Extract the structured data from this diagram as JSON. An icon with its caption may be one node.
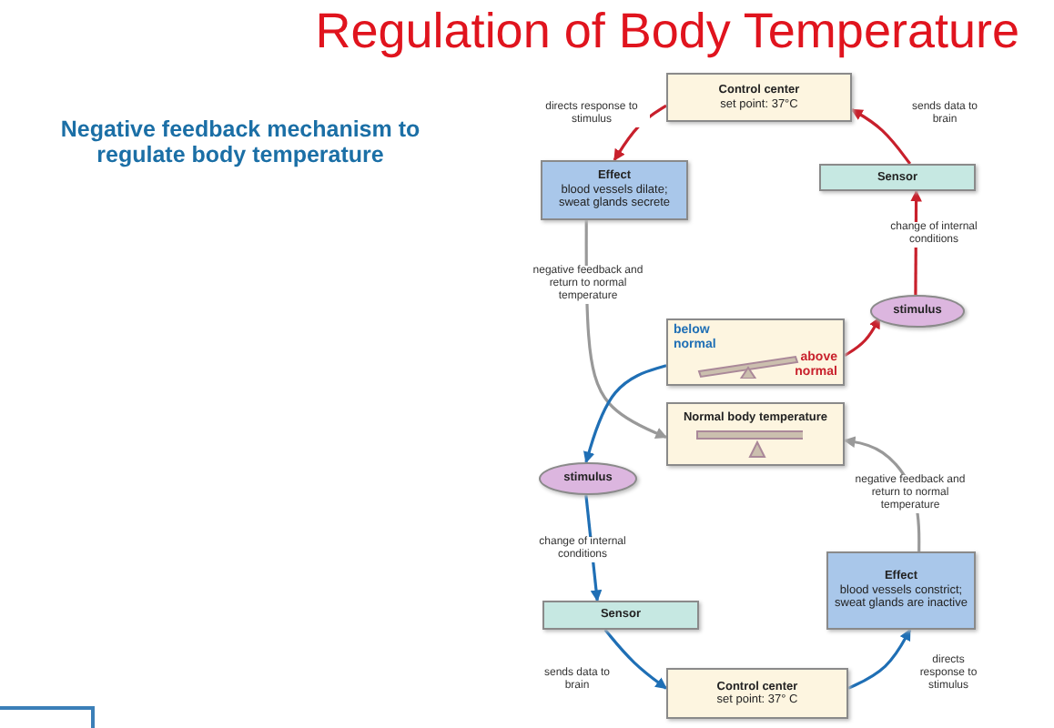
{
  "diagram": {
    "title": "Regulation of Body Temperature",
    "nodes": [
      {
        "text": [
          "Control center",
          "set point: 37°C"
        ]
      },
      {
        "text": [
          "Sensor"
        ]
      },
      {
        "text": [
          "Effect",
          "blood vessels dilate; sweat glands secrete"
        ]
      },
      {
        "text": [
          "stimulus"
        ]
      },
      {
        "text": [
          "below normal",
          "above normal"
        ]
      },
      {
        "text": [
          "Normal body temperature"
        ]
      },
      {
        "text": [
          "stimulus"
        ]
      },
      {
        "text": [
          "Sensor"
        ]
      },
      {
        "text": [
          "Effect",
          "blood vessels constrict; sweat glands are inactive"
        ]
      },
      {
        "text": [
          "Control center",
          "set point: 37° C"
        ]
      }
    ],
    "edges": [
      {
        "from": 4,
        "to": 3,
        "arrow": "to",
        "color": "#c8202c"
      },
      {
        "from": 3,
        "to": 1,
        "arrow": "to",
        "label": "change of internal conditions",
        "color": "#c8202c"
      },
      {
        "from": 1,
        "to": 0,
        "arrow": "to",
        "label": "sends data to brain",
        "color": "#c8202c"
      },
      {
        "from": 0,
        "to": 2,
        "arrow": "to",
        "label": "directs response to stimulus",
        "color": "#c8202c"
      },
      {
        "from": 2,
        "to": 5,
        "arrow": "to",
        "label": "negative feedback and return to normal temperature",
        "color": "#999999"
      },
      {
        "from": 4,
        "to": 6,
        "arrow": "to",
        "color": "#1f6fb5"
      },
      {
        "from": 6,
        "to": 7,
        "arrow": "to",
        "label": "change of internal conditions",
        "color": "#1f6fb5"
      },
      {
        "from": 7,
        "to": 9,
        "arrow": "to",
        "label": "sends data to brain",
        "color": "#1f6fb5"
      },
      {
        "from": 9,
        "to": 8,
        "arrow": "to",
        "label": "directs response to stimulus",
        "color": "#1f6fb5"
      },
      {
        "from": 8,
        "to": 5,
        "arrow": "to",
        "label": "negative feedback and return to normal temperature",
        "color": "#999999"
      }
    ],
    "labels": [
      "Negative feedback mechanism to regulate body temperature"
    ]
  }
}
